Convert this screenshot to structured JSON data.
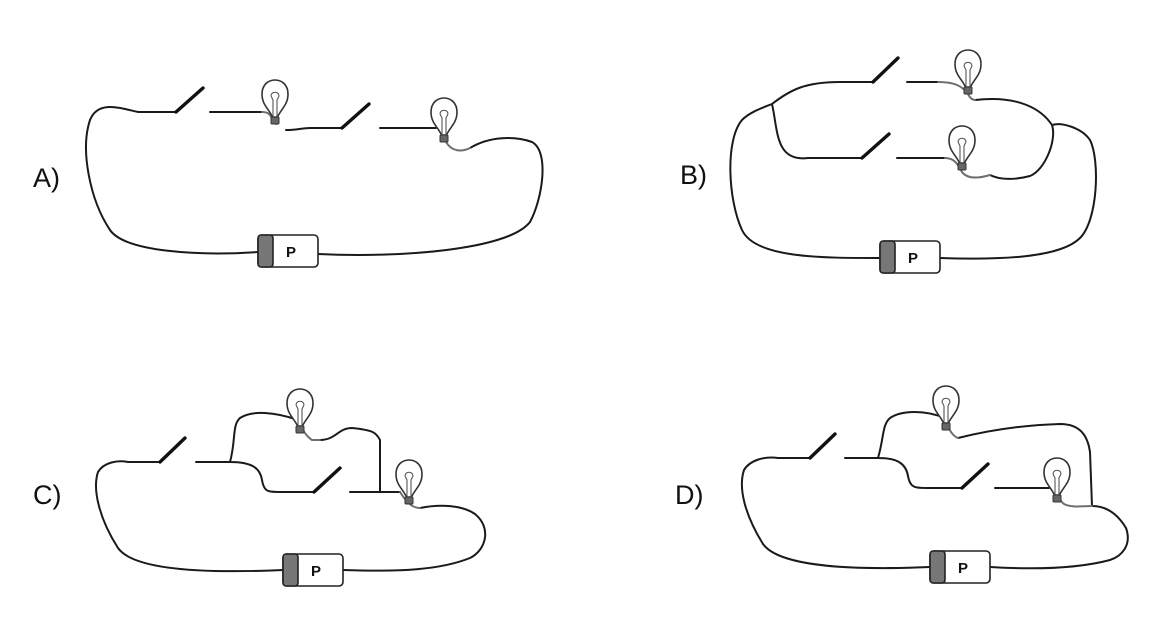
{
  "circuits": [
    {
      "id": "A",
      "label": "A)",
      "battery_label": "P"
    },
    {
      "id": "B",
      "label": "B)",
      "battery_label": "P"
    },
    {
      "id": "C",
      "label": "C)",
      "battery_label": "P"
    },
    {
      "id": "D",
      "label": "D)",
      "battery_label": "P"
    }
  ]
}
